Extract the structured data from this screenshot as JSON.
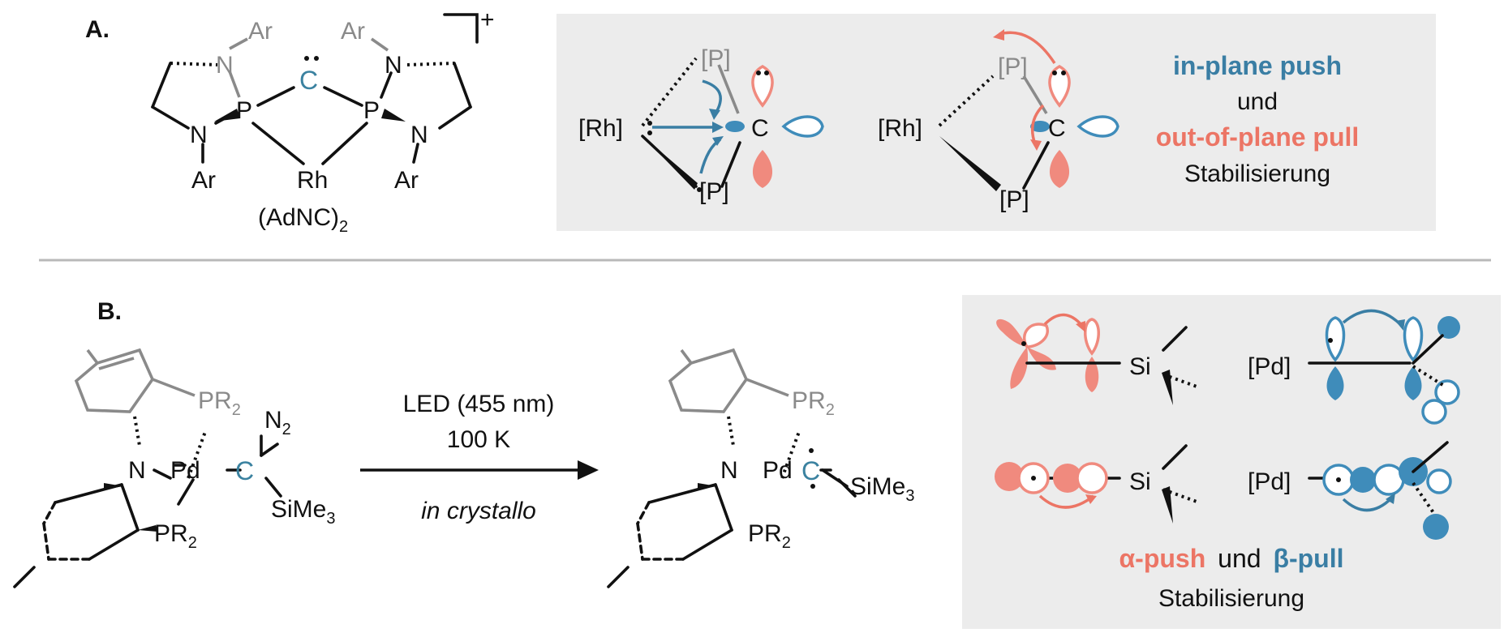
{
  "panelA": {
    "label": "A.",
    "charge": "+",
    "atoms": {
      "ar": "Ar",
      "n": "N",
      "p": "P",
      "c": "C",
      "rh": "Rh",
      "rh_ligand": "(AdNC)",
      "rh_ligand_sub": "2"
    },
    "orbital_labels": {
      "rh": "[Rh]",
      "p": "[P]",
      "c": "C"
    },
    "text": {
      "push": "in-plane push",
      "und": "und",
      "pull": "out-of-plane pull",
      "stab": "Stabilisierung"
    }
  },
  "panelB": {
    "label": "B.",
    "atoms": {
      "pr2": "PR",
      "pr2_sub": "2",
      "n": "N",
      "pd": "Pd",
      "c": "C",
      "n2": "N",
      "n2_sub": "2",
      "sime3": "SiMe",
      "sime3_sub": "3"
    },
    "conditions": {
      "line1": "LED (455 nm)",
      "line2": "100 K",
      "line3": "in crystallo"
    },
    "orbital_labels": {
      "si": "Si",
      "pd": "[Pd]"
    },
    "text": {
      "alpha": "α-push",
      "und": "und",
      "beta": "β-pull",
      "stab": "Stabilisierung"
    }
  },
  "colors": {
    "pink": "#f08a7e",
    "blue": "#3f8cba",
    "grey_panel": "#ececec",
    "grey_text": "#8a8a8a"
  }
}
